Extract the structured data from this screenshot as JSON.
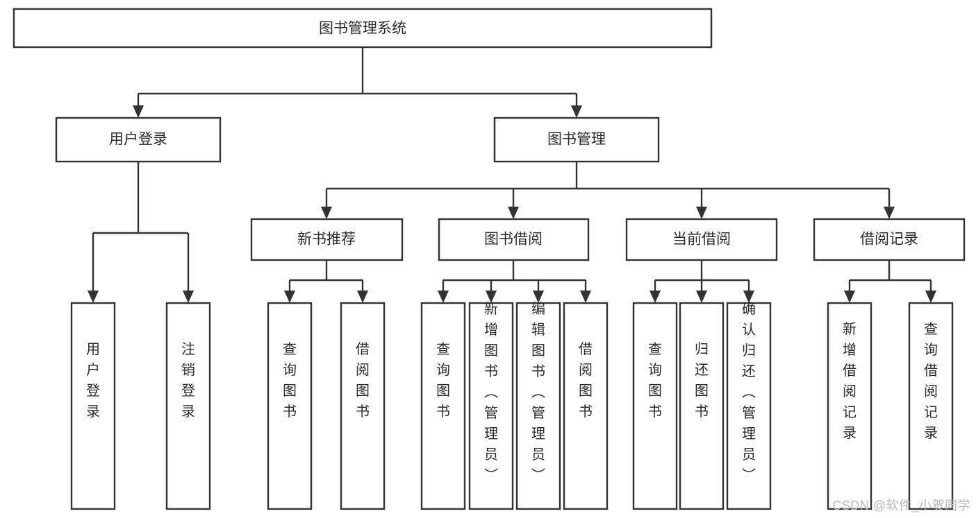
{
  "diagram": {
    "type": "hierarchy-tree",
    "title": "图书管理系统",
    "orientation": "top-down",
    "colors": {
      "box_fill": "#ffffff",
      "box_stroke": "#333333",
      "text": "#2b2b2b",
      "background": "#ffffff",
      "watermark": "#b9b9b9"
    },
    "root": {
      "label": "图书管理系统"
    },
    "level1": [
      {
        "label": "用户登录"
      },
      {
        "label": "图书管理"
      }
    ],
    "level2": [
      {
        "label": "新书推荐",
        "parent": "图书管理"
      },
      {
        "label": "图书借阅",
        "parent": "图书管理"
      },
      {
        "label": "当前借阅",
        "parent": "图书管理"
      },
      {
        "label": "借阅记录",
        "parent": "图书管理"
      }
    ],
    "leaves": {
      "user_login": [
        {
          "label": "用户登录"
        },
        {
          "label": "注销登录"
        }
      ],
      "new_book_recommend": [
        {
          "label": "查询图书"
        },
        {
          "label": "借阅图书"
        }
      ],
      "book_borrow": [
        {
          "label": "查询图书"
        },
        {
          "label": "新增图书（管理员）"
        },
        {
          "label": "编辑图书（管理员）"
        },
        {
          "label": "借阅图书"
        }
      ],
      "current_borrow": [
        {
          "label": "查询图书"
        },
        {
          "label": "归还图书"
        },
        {
          "label": "确认归还（管理员）"
        }
      ],
      "borrow_record": [
        {
          "label": "新增借阅记录"
        },
        {
          "label": "查询借阅记录"
        }
      ]
    }
  },
  "watermark": {
    "text": "CSDN @软件_小贺同学"
  }
}
